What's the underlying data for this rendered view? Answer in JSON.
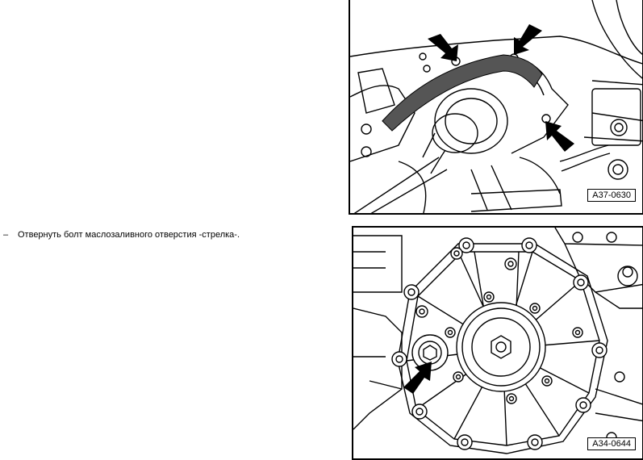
{
  "instruction": {
    "bullet": "–",
    "text": "Отвернуть болт маслозаливного отверстия -стрелка-."
  },
  "figures": [
    {
      "label": "A37-0630",
      "icon": "arrow-icon"
    },
    {
      "label": "A34-0644",
      "icon": "arrow-icon"
    }
  ]
}
